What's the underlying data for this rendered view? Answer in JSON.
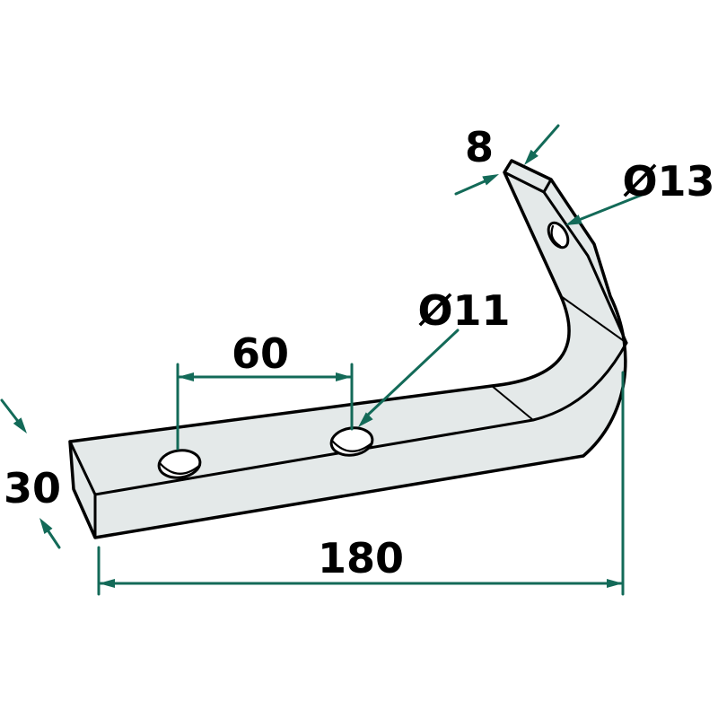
{
  "drawing": {
    "type": "technical-part-drawing",
    "part_name": "bent-flat-bracket",
    "labels": {
      "thickness": "8",
      "top_hole": "Ø13",
      "bar_hole": "Ø11",
      "hole_spacing": "60",
      "width": "30",
      "length": "180"
    },
    "colors": {
      "background": "#ffffff",
      "part_fill": "#e4e9e9",
      "outline": "#000000",
      "dimension": "#136a58",
      "text": "#000000"
    }
  }
}
